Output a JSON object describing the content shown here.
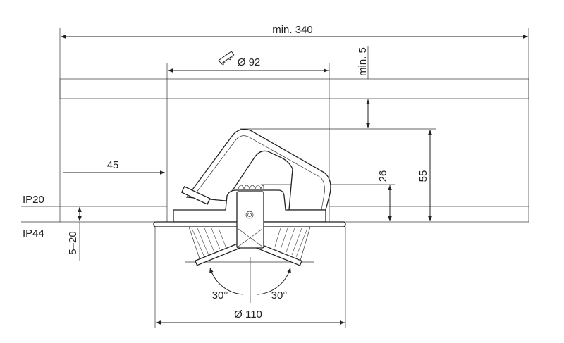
{
  "drawing": {
    "dimensions": {
      "total_width": "min. 340",
      "cutout": "Ø 92",
      "ceiling_gap": "min. 5",
      "side_clearance": "45",
      "height_small": "26",
      "height_total": "55",
      "ceiling_thickness": "5–20",
      "flange_diameter": "Ø 110",
      "tilt_left": "30°",
      "tilt_right": "30°"
    },
    "labels": {
      "ip_above": "IP20",
      "ip_below": "IP44"
    },
    "icons": [
      "saw-icon"
    ],
    "line_color": "#222222"
  }
}
